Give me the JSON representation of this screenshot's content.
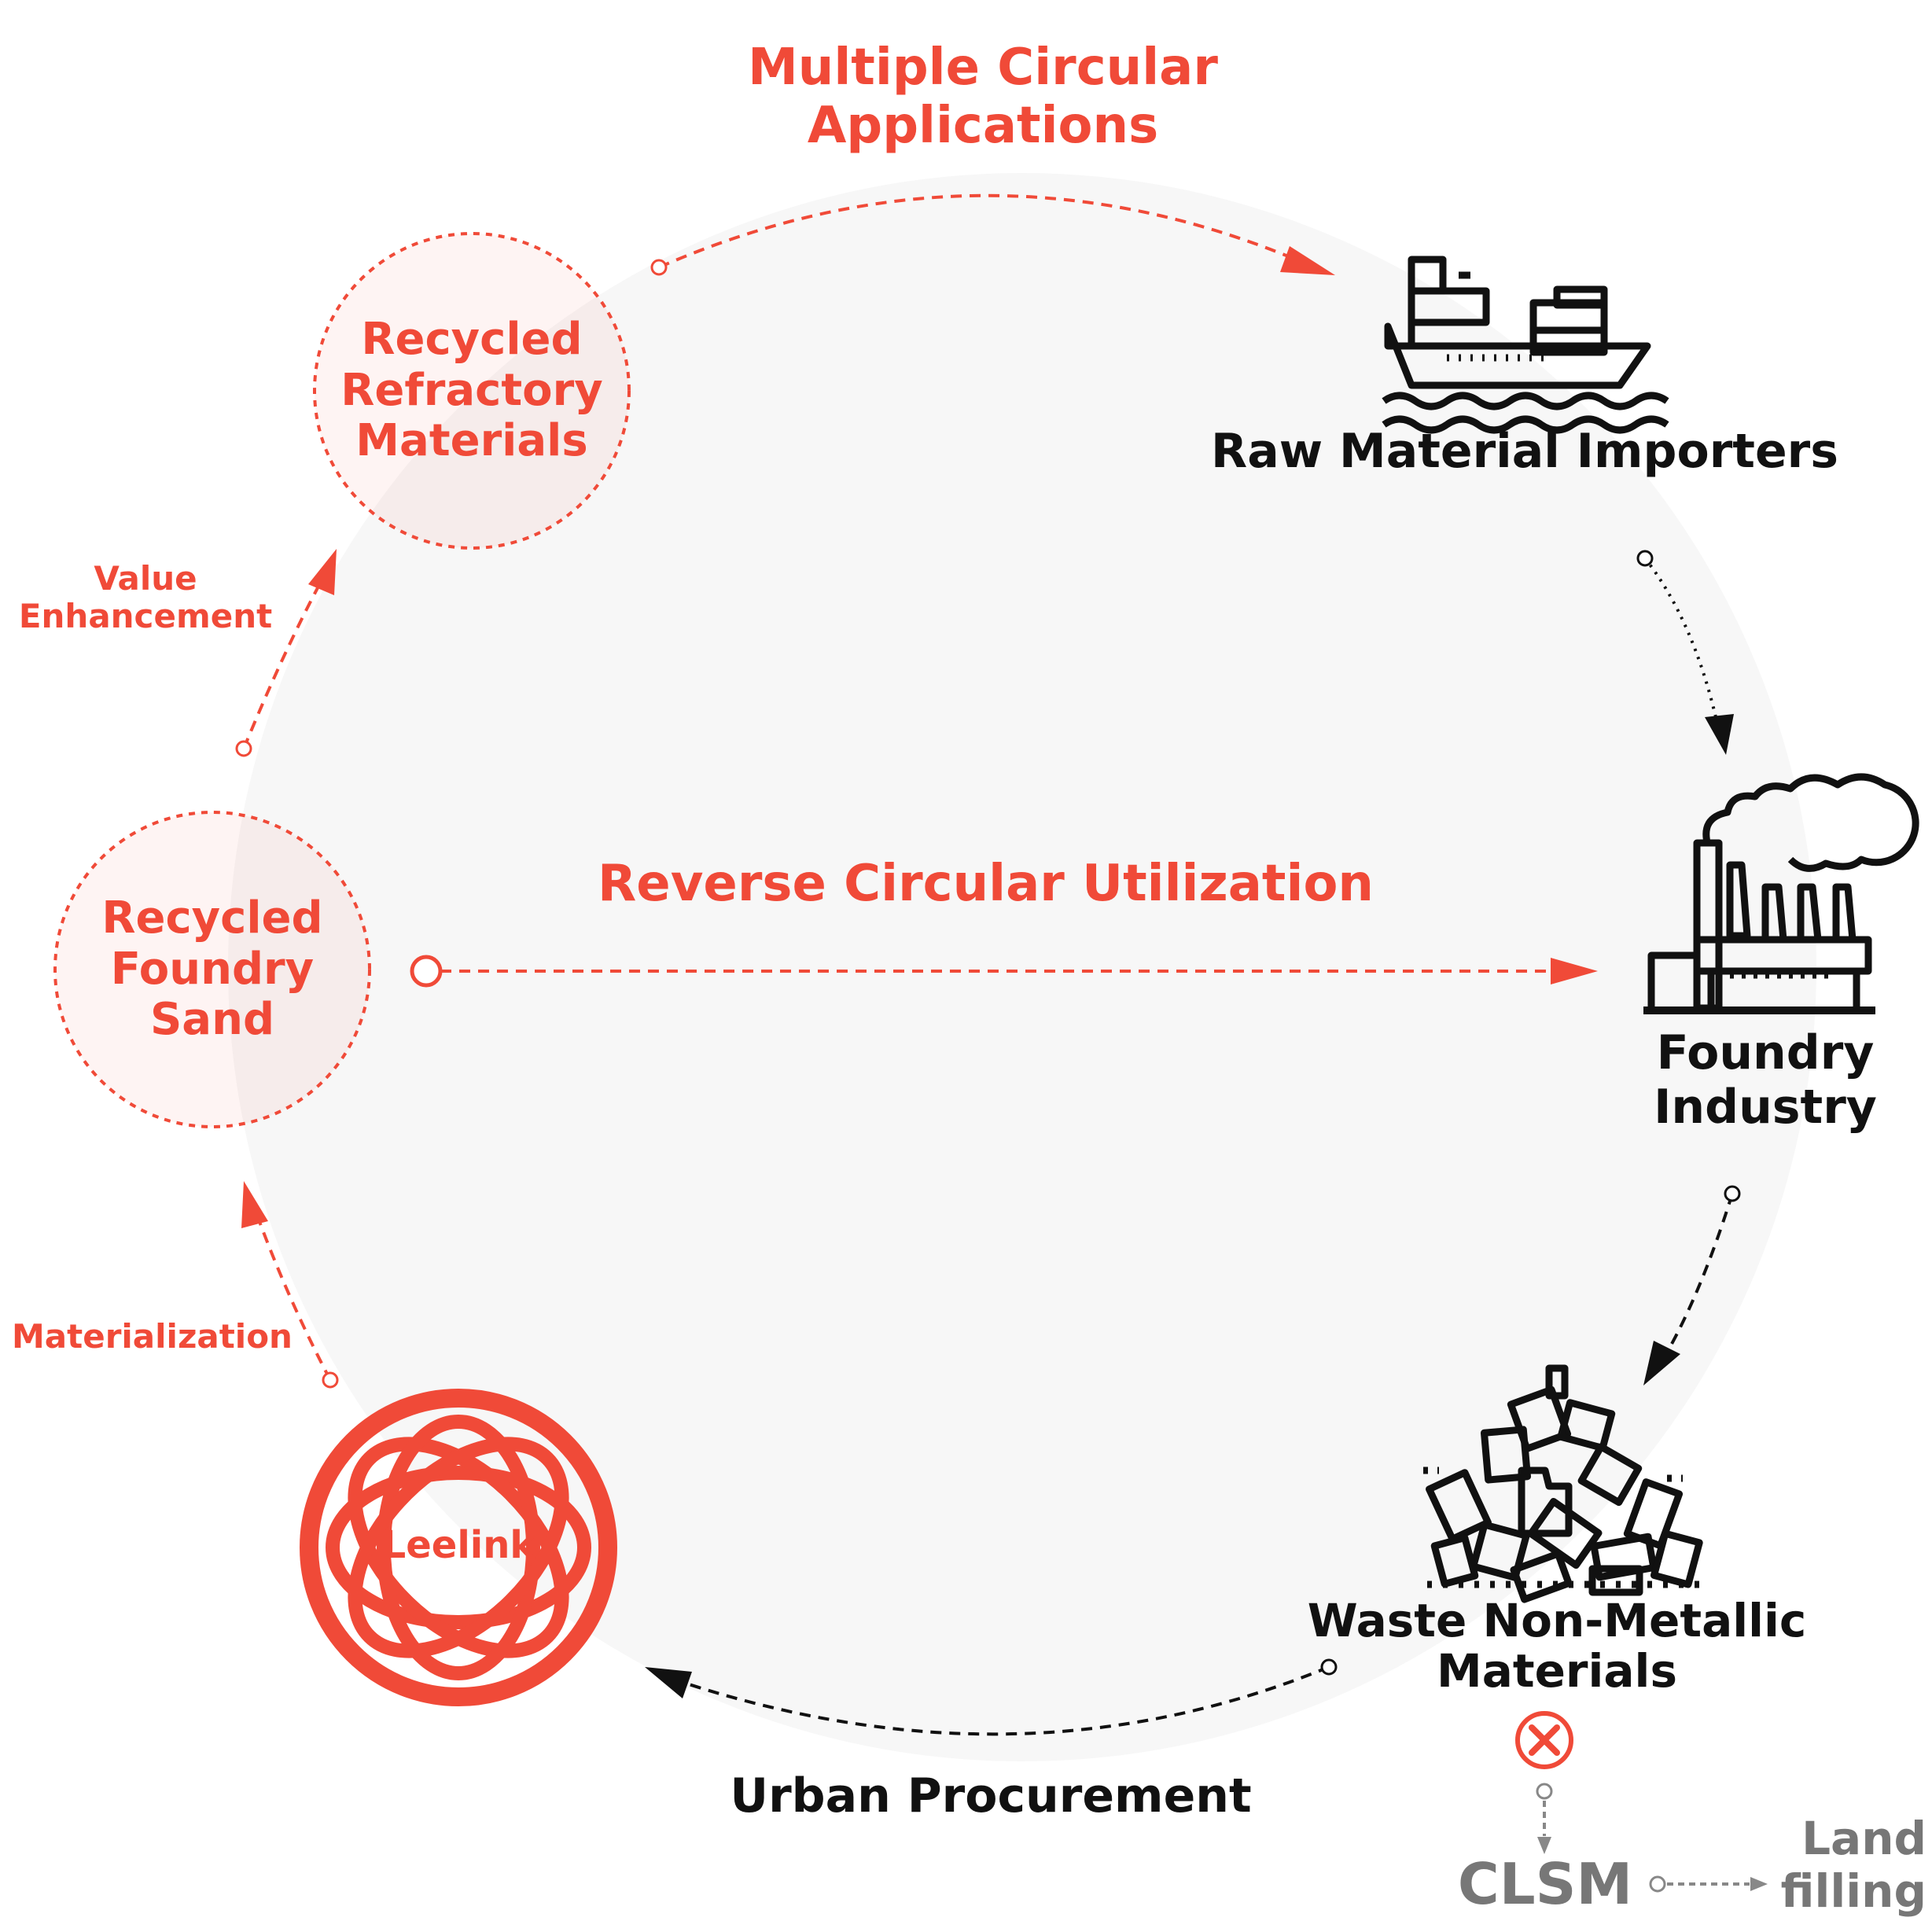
{
  "top_title": {
    "line1": "Multiple Circular",
    "line2": "Applications"
  },
  "center_title": "Reverse Circular Utilization",
  "bottom_title": "Urban Procurement",
  "nodes": {
    "raw_material_importers": "Raw Material Importers",
    "foundry_industry": {
      "line1": "Foundry",
      "line2": "Industry"
    },
    "waste_materials": {
      "line1": "Waste Non-Metallic",
      "line2": "Materials"
    },
    "recycled_refractory": {
      "line1": "Recycled",
      "line2": "Refractory",
      "line3": "Materials"
    },
    "recycled_foundry_sand": {
      "line1": "Recycled",
      "line2": "Foundry",
      "line3": "Sand"
    },
    "leelink": "Leelink",
    "clsm": "CLSM",
    "land_filling": {
      "line1": "Land",
      "line2": "filling"
    }
  },
  "edge_labels": {
    "value_enhancement": {
      "line1": "Value",
      "line2": "Enhancement"
    },
    "materialization": "Materialization"
  },
  "icons": [
    "cargo-ship-icon",
    "factory-icon",
    "waste-pile-icon",
    "cross-icon",
    "leelink-logo"
  ],
  "colors": {
    "accent": "#f04a38",
    "ink": "#111111",
    "muted": "#777777",
    "background_disc": "#f7f7f7"
  }
}
